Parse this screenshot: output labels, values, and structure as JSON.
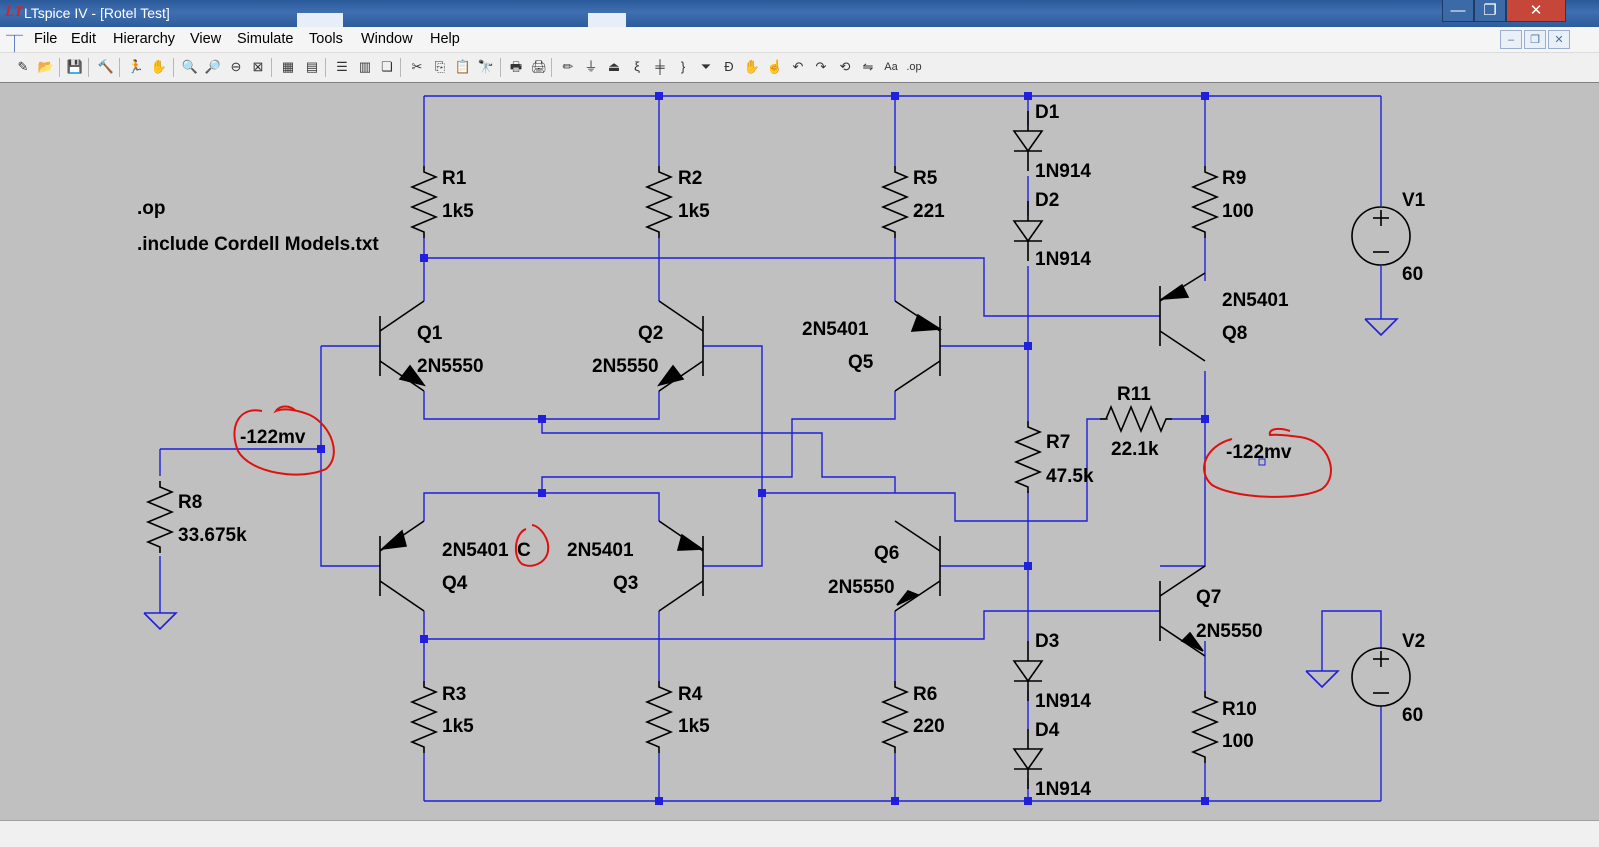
{
  "window": {
    "title": "LTspice IV - [Rotel Test]"
  },
  "titlebar_buttons": {
    "minimize": "—",
    "maximize": "❐",
    "close": "✕"
  },
  "menu": {
    "items": [
      "File",
      "Edit",
      "Hierarchy",
      "View",
      "Simulate",
      "Tools",
      "Window",
      "Help"
    ]
  },
  "mdi_buttons": {
    "minimize": "–",
    "restore": "❐",
    "close": "✕"
  },
  "toolbar": {
    "icons": [
      {
        "name": "new-schematic-icon",
        "glyph": "✎"
      },
      {
        "name": "open-icon",
        "glyph": "📂"
      },
      {
        "name": "save-icon",
        "glyph": "💾"
      },
      {
        "name": "control-panel-icon",
        "glyph": "🔨"
      },
      {
        "name": "run-icon",
        "glyph": "🏃"
      },
      {
        "name": "halt-icon",
        "glyph": "✋"
      },
      {
        "name": "zoom-in-icon",
        "glyph": "🔍"
      },
      {
        "name": "pan-icon",
        "glyph": "🔎"
      },
      {
        "name": "zoom-out-icon",
        "glyph": "⊖"
      },
      {
        "name": "zoom-fit-icon",
        "glyph": "⊠"
      },
      {
        "name": "autorange-icon",
        "glyph": "▦"
      },
      {
        "name": "plot-settings-icon",
        "glyph": "▤"
      },
      {
        "name": "tile-horizontal-icon",
        "glyph": "☰"
      },
      {
        "name": "tile-vertical-icon",
        "glyph": "▥"
      },
      {
        "name": "cascade-icon",
        "glyph": "❏"
      },
      {
        "name": "cut-icon",
        "glyph": "✂"
      },
      {
        "name": "copy-icon",
        "glyph": "⎘"
      },
      {
        "name": "paste-icon",
        "glyph": "📋"
      },
      {
        "name": "find-icon",
        "glyph": "🔭"
      },
      {
        "name": "print-icon",
        "glyph": "🖶"
      },
      {
        "name": "print-preview-icon",
        "glyph": "🖨"
      },
      {
        "name": "wire-icon",
        "glyph": "✏"
      },
      {
        "name": "ground-icon",
        "glyph": "⏚"
      },
      {
        "name": "label-net-icon",
        "glyph": "⏏"
      },
      {
        "name": "resistor-icon",
        "glyph": "ξ"
      },
      {
        "name": "capacitor-icon",
        "glyph": "╪"
      },
      {
        "name": "inductor-icon",
        "glyph": "}"
      },
      {
        "name": "diode-icon",
        "glyph": "⏷"
      },
      {
        "name": "component-icon",
        "glyph": "Ɖ"
      },
      {
        "name": "move-icon",
        "glyph": "✋"
      },
      {
        "name": "drag-icon",
        "glyph": "☝"
      },
      {
        "name": "undo-icon",
        "glyph": "↶"
      },
      {
        "name": "redo-icon",
        "glyph": "↷"
      },
      {
        "name": "rotate-icon",
        "glyph": "⟲"
      },
      {
        "name": "mirror-icon",
        "glyph": "⇋"
      },
      {
        "name": "text-icon",
        "glyph": "Aa"
      },
      {
        "name": "spice-directive-icon",
        "glyph": ".op"
      }
    ]
  },
  "schematic": {
    "directives": [
      ".op",
      ".include Cordell Models.txt"
    ],
    "components": [
      {
        "ref": "R1",
        "value": "1k5"
      },
      {
        "ref": "R2",
        "value": "1k5"
      },
      {
        "ref": "R5",
        "value": "221"
      },
      {
        "ref": "D1",
        "value": "1N914"
      },
      {
        "ref": "D2",
        "value": "1N914"
      },
      {
        "ref": "R9",
        "value": "100"
      },
      {
        "ref": "V1",
        "value": "60"
      },
      {
        "ref": "Q1",
        "value": "2N5550"
      },
      {
        "ref": "Q2",
        "value": "2N5550"
      },
      {
        "ref": "Q5",
        "value": "2N5401"
      },
      {
        "ref": "Q8",
        "value": "2N5401"
      },
      {
        "ref": "R11",
        "value": "22.1k"
      },
      {
        "ref": "R7",
        "value": "47.5k"
      },
      {
        "ref": "R8",
        "value": "33.675k"
      },
      {
        "ref": "Q4",
        "value": "2N5401"
      },
      {
        "ref": "Q3",
        "value": "2N5401"
      },
      {
        "ref": "Q6",
        "value": "2N5550"
      },
      {
        "ref": "Q7",
        "value": "2N5550"
      },
      {
        "ref": "V2",
        "value": "60"
      },
      {
        "ref": "D3",
        "value": "1N914"
      },
      {
        "ref": "D4",
        "value": "1N914"
      },
      {
        "ref": "R3",
        "value": "1k5"
      },
      {
        "ref": "R4",
        "value": "1k5"
      },
      {
        "ref": "R6",
        "value": "220"
      },
      {
        "ref": "R10",
        "value": "100"
      }
    ],
    "annotations": [
      "-122mv",
      "-122mv",
      "C"
    ],
    "colors": {
      "wire": "#1f1fdc",
      "background": "#c0c0c0",
      "annotation": "#e01010"
    }
  }
}
